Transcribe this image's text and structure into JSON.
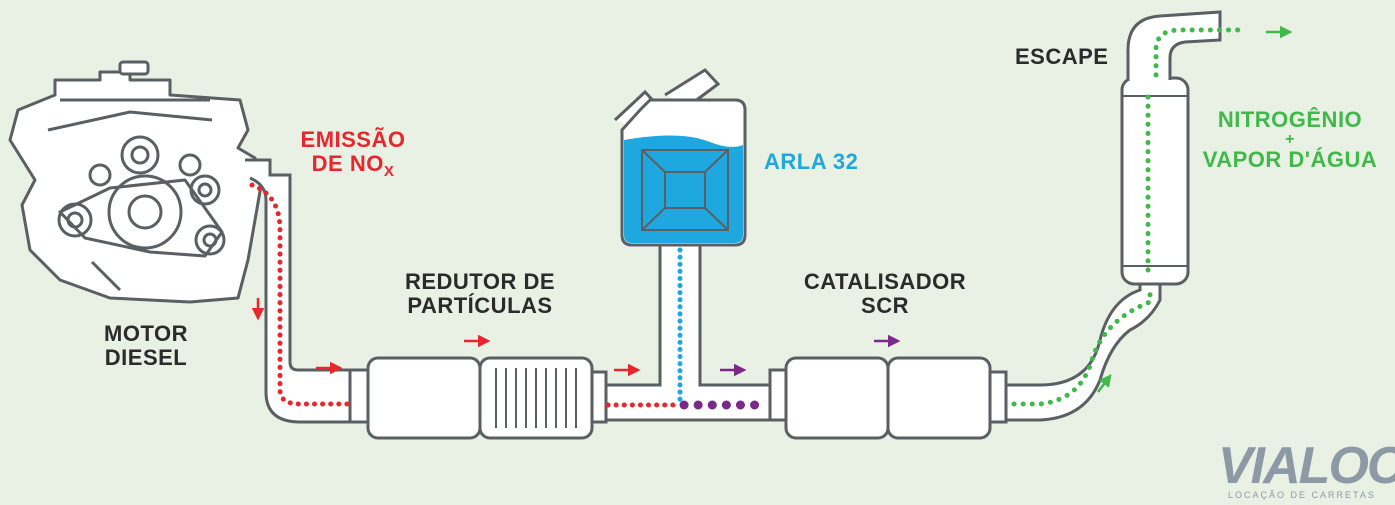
{
  "labels": {
    "emissao_line1": "EMISSÃO",
    "emissao_line2": "DE NO",
    "emissao_sub": "X",
    "motor_line1": "MOTOR",
    "motor_line2": "DIESEL",
    "redutor_line1": "REDUTOR DE",
    "redutor_line2": "PARTÍCULAS",
    "arla": "ARLA 32",
    "catalisador_line1": "CATALISADOR",
    "catalisador_line2": "SCR",
    "escape": "ESCAPE",
    "output_line1": "NITROGÊNIO",
    "output_line2": "+",
    "output_line3": "VAPOR D'ÁGUA"
  },
  "logo": {
    "word": "VIALOC",
    "tagline": "LOCAÇÃO DE CARRETAS"
  },
  "colors": {
    "background": "#e9f0e4",
    "nox": "#e8262d",
    "arla": "#1fa7e0",
    "mixed": "#7b2a8a",
    "clean": "#3fb94a",
    "outline": "#5a5f63",
    "logo": "#8d9aa5"
  }
}
